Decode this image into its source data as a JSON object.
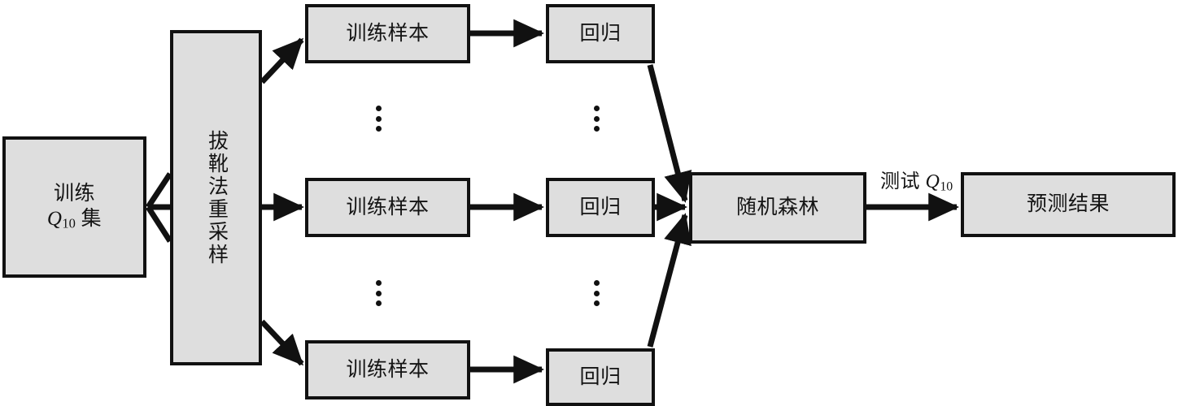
{
  "diagram": {
    "title": "Random forest Q10 prediction flowchart",
    "background": "#ffffff",
    "node_fill": "#dedede",
    "node_stroke": "#111111",
    "edge_color": "#111111",
    "text_color": "#141414"
  },
  "nodes": {
    "training_set": {
      "line1": "训练",
      "line2_var": "Q",
      "line2_sub": "10",
      "line2_tail": "集"
    },
    "bootstrap": {
      "label": "拔靴法重采样"
    },
    "training_sample_top": {
      "label": "训练样本"
    },
    "training_sample_mid": {
      "label": "训练样本"
    },
    "training_sample_bottom": {
      "label": "训练样本"
    },
    "regression_top": {
      "label": "回归"
    },
    "regression_mid": {
      "label": "回归"
    },
    "regression_bottom": {
      "label": "回归"
    },
    "random_forest": {
      "label": "随机森林"
    },
    "prediction_result": {
      "label": "预测结果"
    }
  },
  "edge_labels": {
    "test_q10": {
      "prefix": "测试 ",
      "var": "Q",
      "sub": "10"
    }
  },
  "ellipsis": {
    "sample_upper": "⋮",
    "sample_lower": "⋮",
    "regression_upper": "⋮",
    "regression_lower": "⋮"
  }
}
